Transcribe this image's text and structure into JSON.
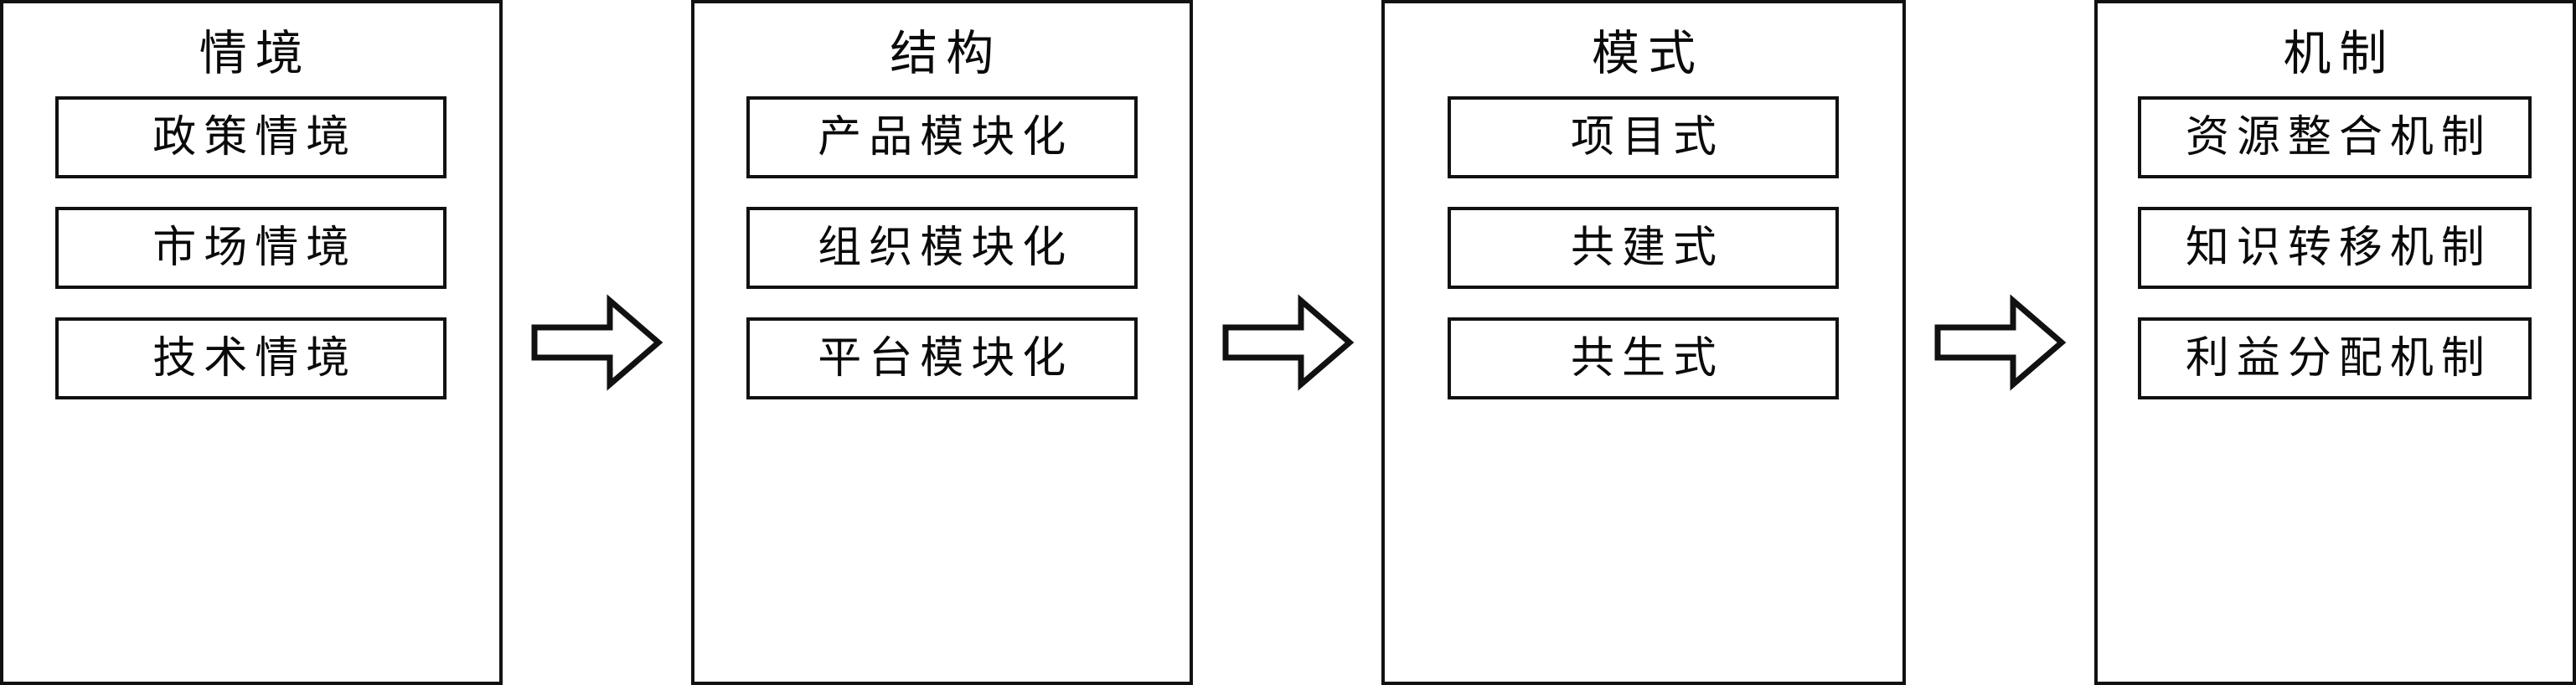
{
  "diagram": {
    "type": "linear-flow",
    "orientation": "horizontal",
    "background_color": "#ffffff",
    "line_color": "#111111",
    "text_color": "#0a0a0a",
    "stage_count": 4,
    "connector_count": 3,
    "connector_icon": "right-block-arrow-icon",
    "stages": [
      {
        "title": "情境",
        "items": [
          {
            "label": "政策情境"
          },
          {
            "label": "市场情境"
          },
          {
            "label": "技术情境"
          }
        ]
      },
      {
        "title": "结构",
        "items": [
          {
            "label": "产品模块化"
          },
          {
            "label": "组织模块化"
          },
          {
            "label": "平台模块化"
          }
        ]
      },
      {
        "title": "模式",
        "items": [
          {
            "label": "项目式"
          },
          {
            "label": "共建式"
          },
          {
            "label": "共生式"
          }
        ]
      },
      {
        "title": "机制",
        "items": [
          {
            "label": "资源整合机制"
          },
          {
            "label": "知识转移机制"
          },
          {
            "label": "利益分配机制"
          }
        ]
      }
    ]
  }
}
